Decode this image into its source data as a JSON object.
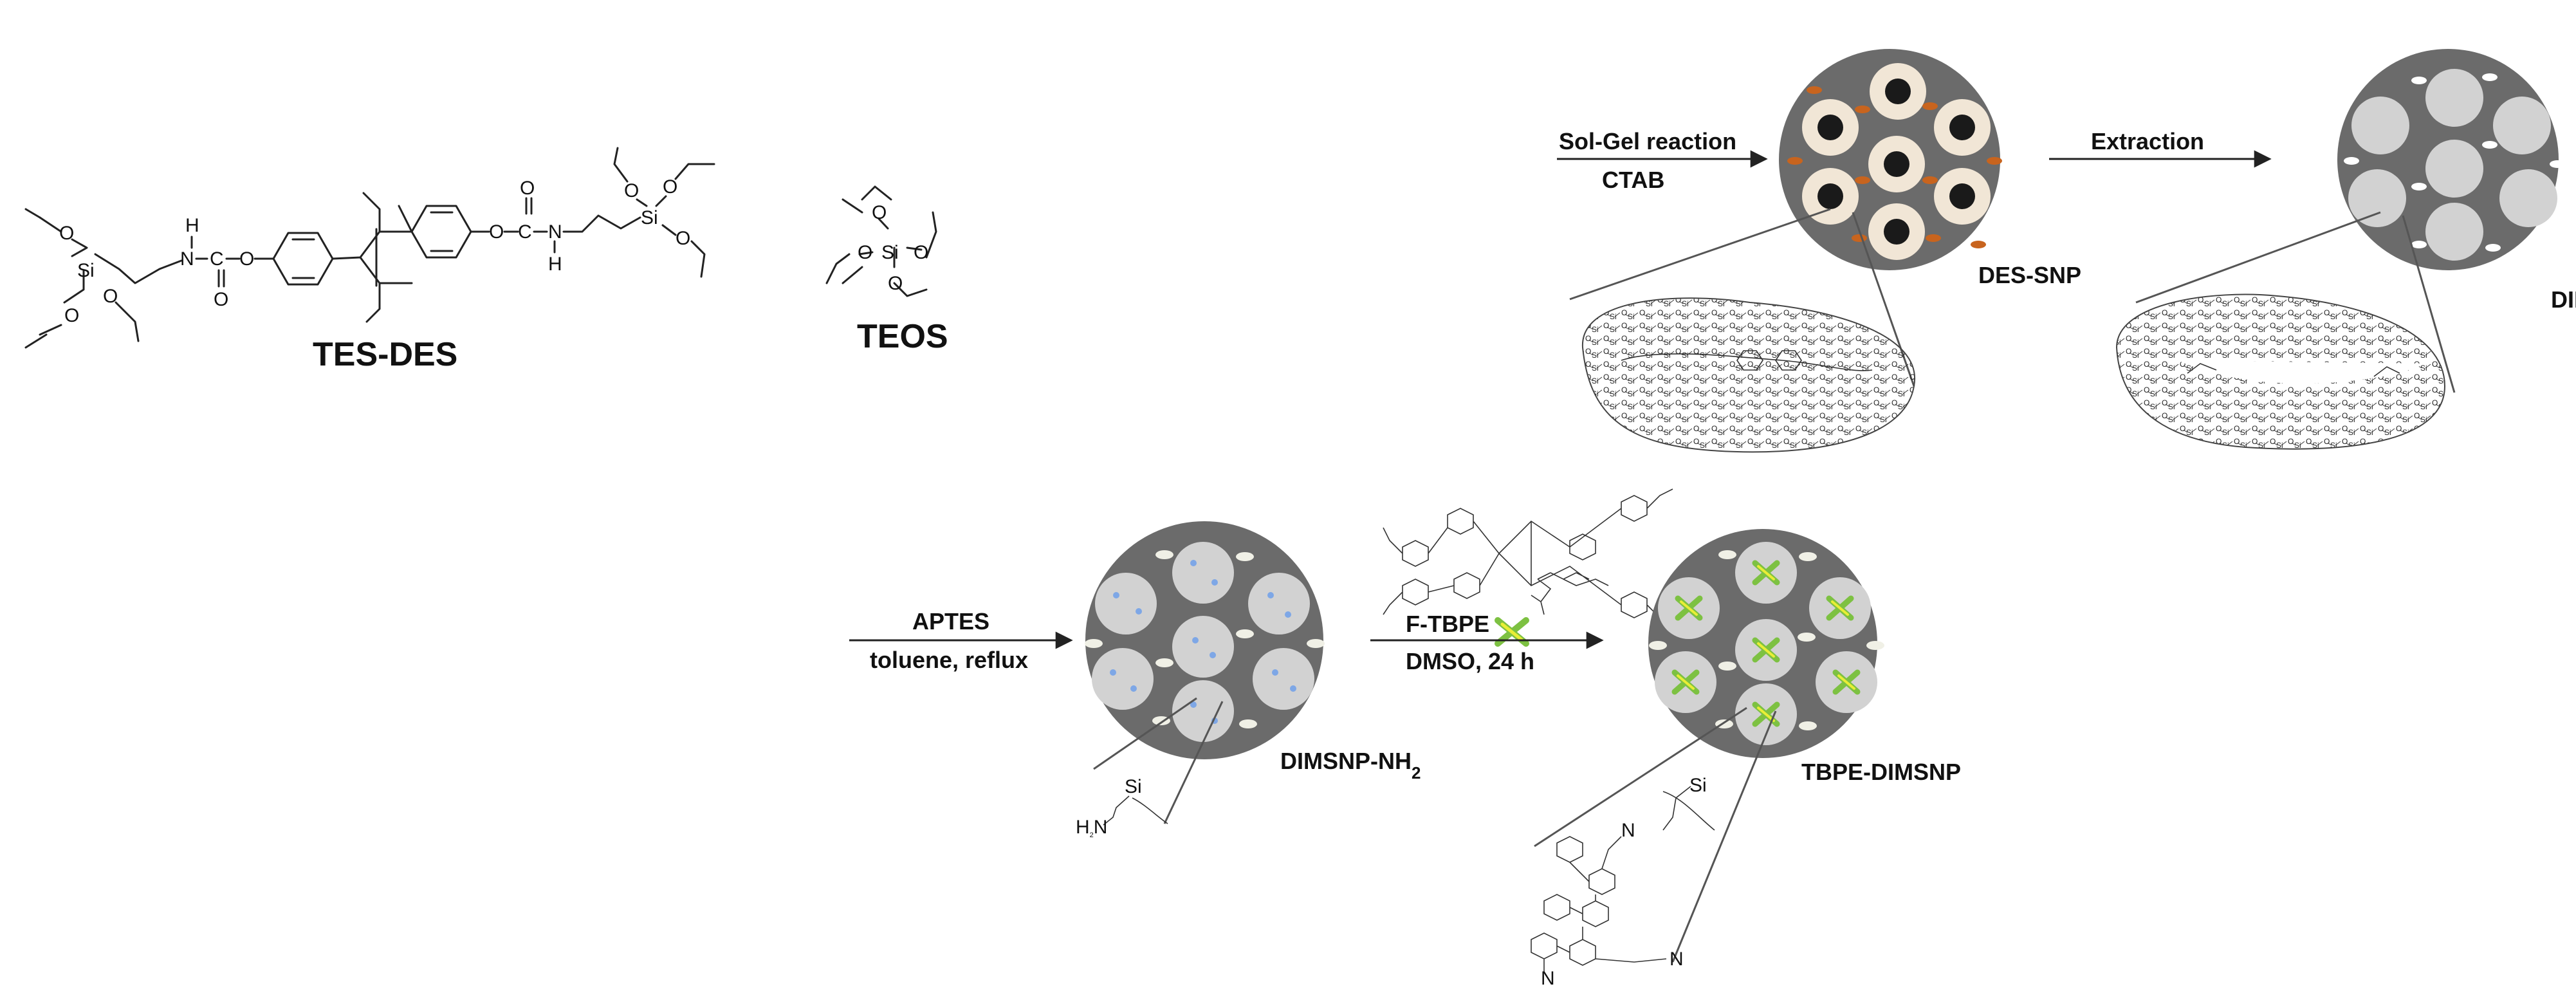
{
  "molecules": {
    "tes_des": {
      "name": "TES-DES",
      "atoms": [
        "Si",
        "O",
        "O",
        "O",
        "H",
        "N",
        "C",
        "O",
        "O",
        "O",
        "C",
        "O",
        "N",
        "H",
        "Si",
        "O",
        "O",
        "O"
      ]
    },
    "teos": {
      "name": "TEOS",
      "atoms": [
        "O",
        "O",
        "Si",
        "O",
        "O"
      ]
    }
  },
  "steps": [
    {
      "reagent": "Sol-Gel reaction",
      "condition": "CTAB"
    },
    {
      "reagent": "Extraction",
      "condition": ""
    },
    {
      "reagent": "APTES",
      "condition": "toluene, reflux"
    },
    {
      "reagent": "F-TBPE",
      "condition": "DMSO, 24 h"
    }
  ],
  "particles": {
    "des_snp": "DES-SNP",
    "dimsn": "DIMSN",
    "dimsnp_nh2": {
      "base": "DIMSNP-NH",
      "sub": "2"
    },
    "tbpe_dimsnp": "TBPE-DIMSNP"
  },
  "detail_atoms": {
    "si": "Si",
    "h2n": {
      "pre": "H",
      "sub": "2",
      "post": "N"
    },
    "n": "N"
  },
  "colors": {
    "particle_gray": "#6b6b6b",
    "pore_gray": "#d2d2d2",
    "amine_blue": "#7ea7e6",
    "tbpe_green": "#7dc142",
    "tbpe_yellow": "#e9ee35",
    "ctab_orange": "#c8641e"
  }
}
